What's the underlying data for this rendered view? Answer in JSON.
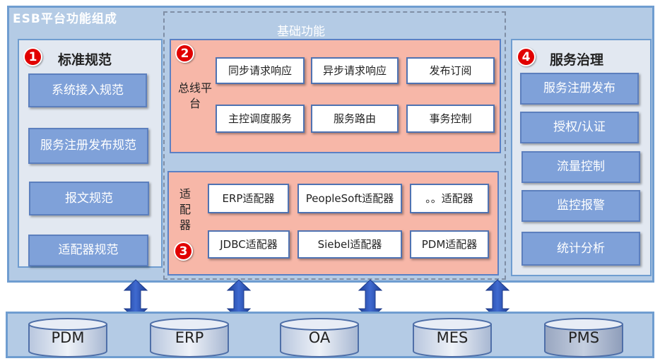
{
  "title": "ESB平台功能组成",
  "basic_functions_label": "基础功能",
  "standards": {
    "badge": "1",
    "heading": "标准规范",
    "items": [
      "系统接入规范",
      "服务注册发布规范",
      "报文规范",
      "适配器规范"
    ]
  },
  "bus_platform": {
    "badge": "2",
    "label": "总线平台",
    "items": [
      "同步请求响应",
      "异步请求响应",
      "发布订阅",
      "主控调度服务",
      "服务路由",
      "事务控制"
    ]
  },
  "adapters": {
    "badge": "3",
    "label": "适配器",
    "items": [
      "ERP适配器",
      "PeopleSoft适配器",
      "。。适配器",
      "JDBC适配器",
      "Siebel适配器",
      "PDM适配器"
    ]
  },
  "governance": {
    "badge": "4",
    "heading": "服务治理",
    "items": [
      "服务注册发布",
      "授权/认证",
      "流量控制",
      "监控报警",
      "统计分析"
    ]
  },
  "systems": [
    "PDM",
    "ERP",
    "OA",
    "MES",
    "PMS"
  ],
  "colors": {
    "frame_fill": "#b4cbe5",
    "frame_border": "#6f9dd0",
    "chip_fill": "#7fa1d9",
    "bus_fill": "#f7b7a8",
    "badge_red": "#e10000",
    "arrow_fill": "#2f56b4"
  }
}
